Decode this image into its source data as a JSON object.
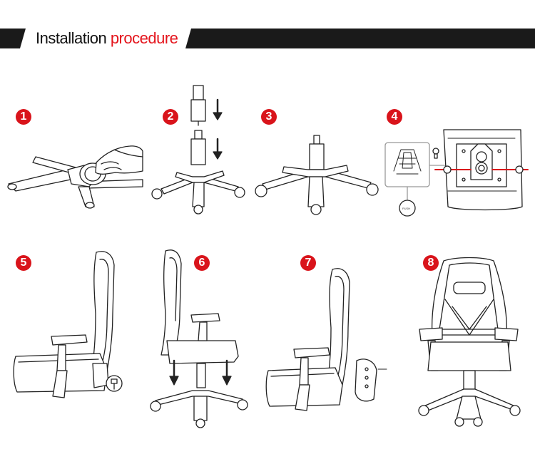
{
  "banner": {
    "title_part1": "Installation",
    "title_part2": "procedure",
    "accent_color": "#e4141c",
    "bar_color": "#1a1a1a"
  },
  "steps": [
    {
      "number": "1"
    },
    {
      "number": "2"
    },
    {
      "number": "3"
    },
    {
      "number": "4"
    },
    {
      "number": "5"
    },
    {
      "number": "6"
    },
    {
      "number": "7"
    },
    {
      "number": "8"
    }
  ],
  "step4": {
    "small_label": "PUSH"
  }
}
